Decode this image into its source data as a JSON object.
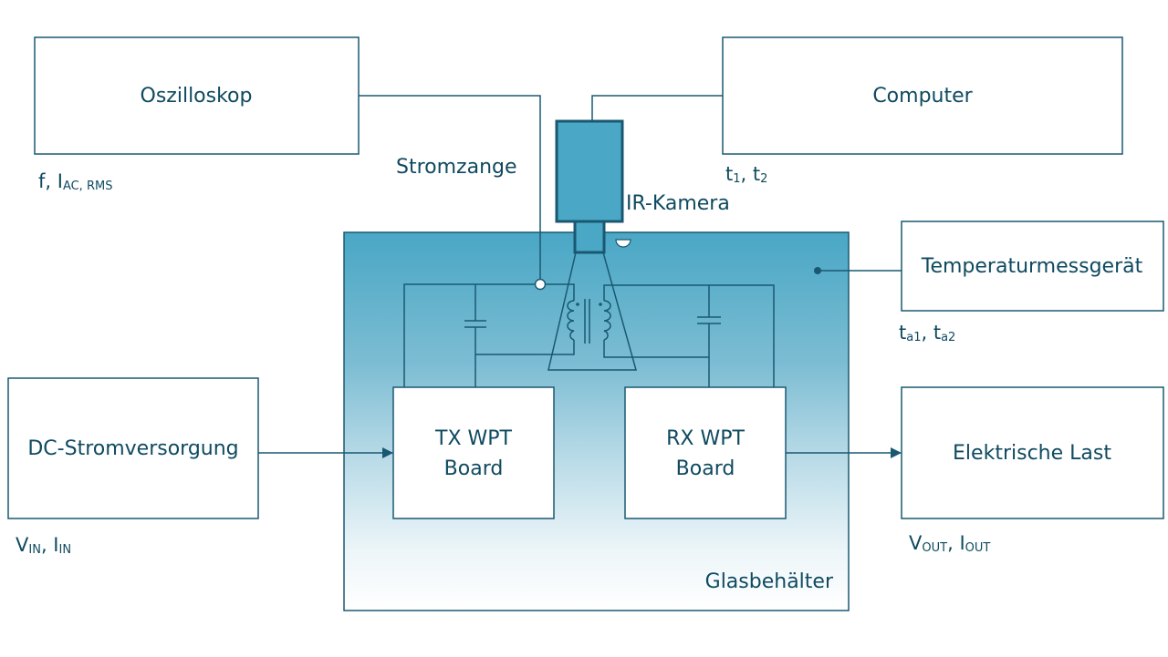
{
  "diagram": {
    "title": "WPT test setup",
    "colors": {
      "line": "#1a5872",
      "text": "#0f4a60",
      "container_top": "#4aa8c6",
      "container_bottom": "#ffffff",
      "camera_fill": "#4aa8c6"
    },
    "boxes": {
      "oszilloskop": "Oszilloskop",
      "computer": "Computer",
      "temperatur": "Temperaturmessgerät",
      "dc_supply": "DC-Stromversorgung",
      "load": "Elektrische Last",
      "tx_line1": "TX WPT",
      "tx_line2": "Board",
      "rx_line1": "RX WPT",
      "rx_line2": "Board"
    },
    "labels": {
      "stromzange": "Stromzange",
      "ir_kamera": "IR-Kamera",
      "glasbehaelter": "Glasbehälter"
    },
    "measurements": {
      "oszi": {
        "main": "f, I",
        "sub": "AC, RMS"
      },
      "computer": {
        "a": "t",
        "a_sub": "1",
        "sep": ", ",
        "b": "t",
        "b_sub": "2"
      },
      "temperatur": {
        "a": "t",
        "a_sub": "a1",
        "sep": ", ",
        "b": "t",
        "b_sub": "a2"
      },
      "input": {
        "a": "V",
        "a_sub": "IN",
        "sep": ", ",
        "b": "I",
        "b_sub": "IN"
      },
      "output": {
        "a": "V",
        "a_sub": "OUT",
        "sep": ", ",
        "b": "I",
        "b_sub": "OUT"
      }
    }
  }
}
